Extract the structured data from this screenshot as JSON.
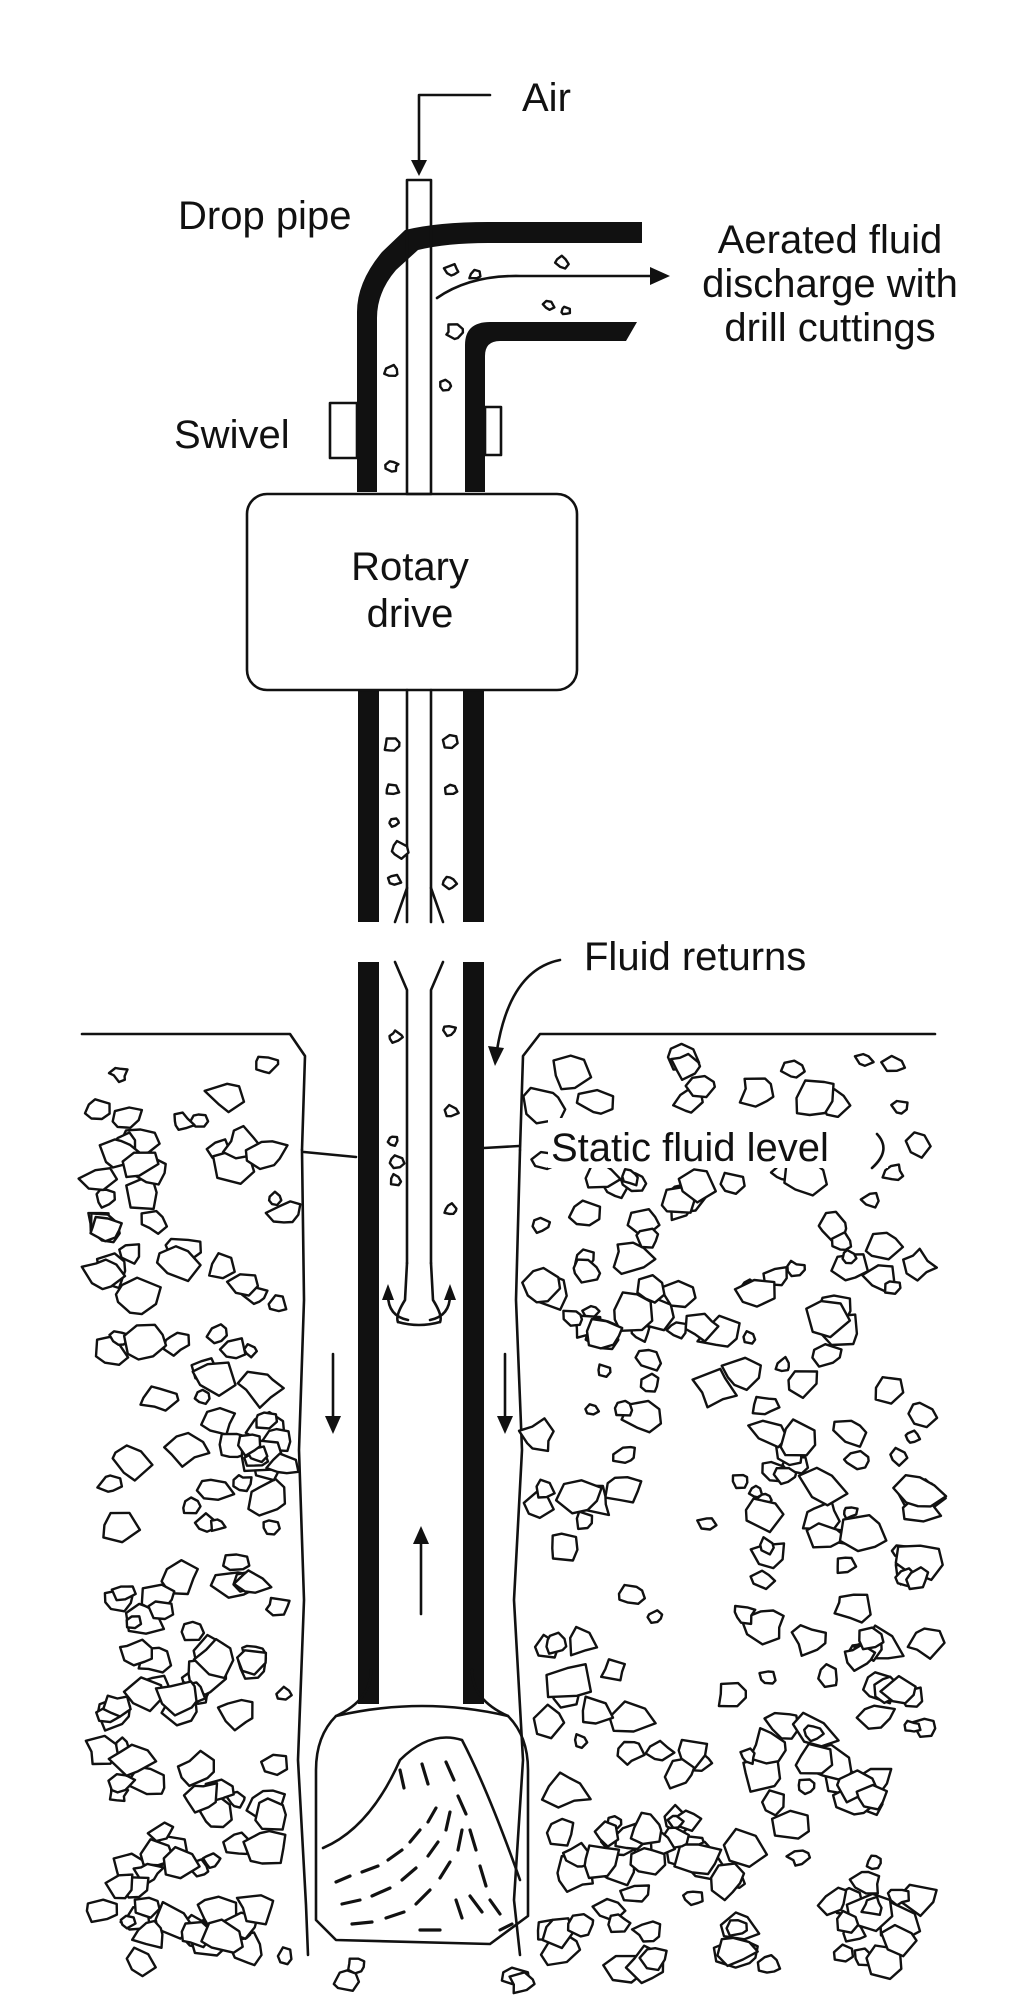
{
  "labels": {
    "air": "Air",
    "drop_pipe": "Drop pipe",
    "discharge_line1": "Aerated fluid",
    "discharge_line2": "discharge with",
    "discharge_line3": "drill cuttings",
    "swivel": "Swivel",
    "rotary_line1": "Rotary",
    "rotary_line2": "drive",
    "fluid_returns": "Fluid returns",
    "static_fluid_level": "Static fluid level"
  },
  "colors": {
    "line": "#111111",
    "background": "#ffffff"
  }
}
